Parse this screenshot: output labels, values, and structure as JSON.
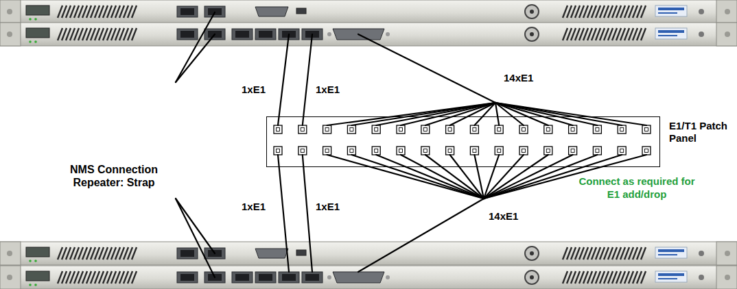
{
  "diagram": {
    "nodes": [
      {
        "text": [
          "E1/T1 Patch Panel"
        ]
      }
    ],
    "labels": [
      "14xE1",
      "1xE1",
      "1xE1",
      "NMS Connection Repeater: Strap",
      "Connect as required for E1 add/drop",
      "1xE1",
      "1xE1",
      "14xE1"
    ]
  }
}
